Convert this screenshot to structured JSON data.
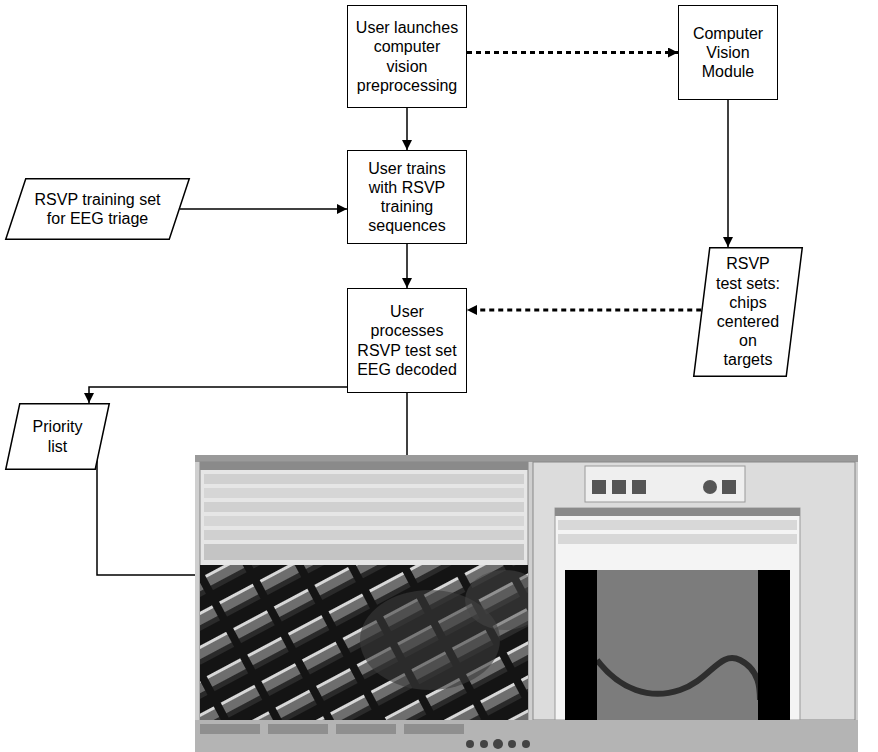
{
  "diagram": {
    "nodes": [
      {
        "text": [
          "User launches computer vision preprocessing"
        ]
      },
      {
        "text": [
          "Computer Vision Module"
        ]
      },
      {
        "text": [
          "RSVP training set for EEG triage"
        ]
      },
      {
        "text": [
          "User trains with RSVP training sequences"
        ]
      },
      {
        "text": [
          "User processes RSVP test set EEG decoded"
        ]
      },
      {
        "text": [
          "RSVP test sets: chips centered on targets"
        ]
      },
      {
        "text": [
          "Priority list"
        ]
      }
    ],
    "edges": [
      {
        "from": 0,
        "to": 1,
        "arrow": "to"
      },
      {
        "from": 0,
        "to": 3,
        "arrow": "to"
      },
      {
        "from": 2,
        "to": 3,
        "arrow": "to"
      },
      {
        "from": 3,
        "to": 4,
        "arrow": "to"
      },
      {
        "from": 1,
        "to": 5,
        "arrow": "to"
      },
      {
        "from": 5,
        "to": 4,
        "arrow": "to"
      },
      {
        "from": 4,
        "to": 6,
        "arrow": "to"
      }
    ]
  }
}
